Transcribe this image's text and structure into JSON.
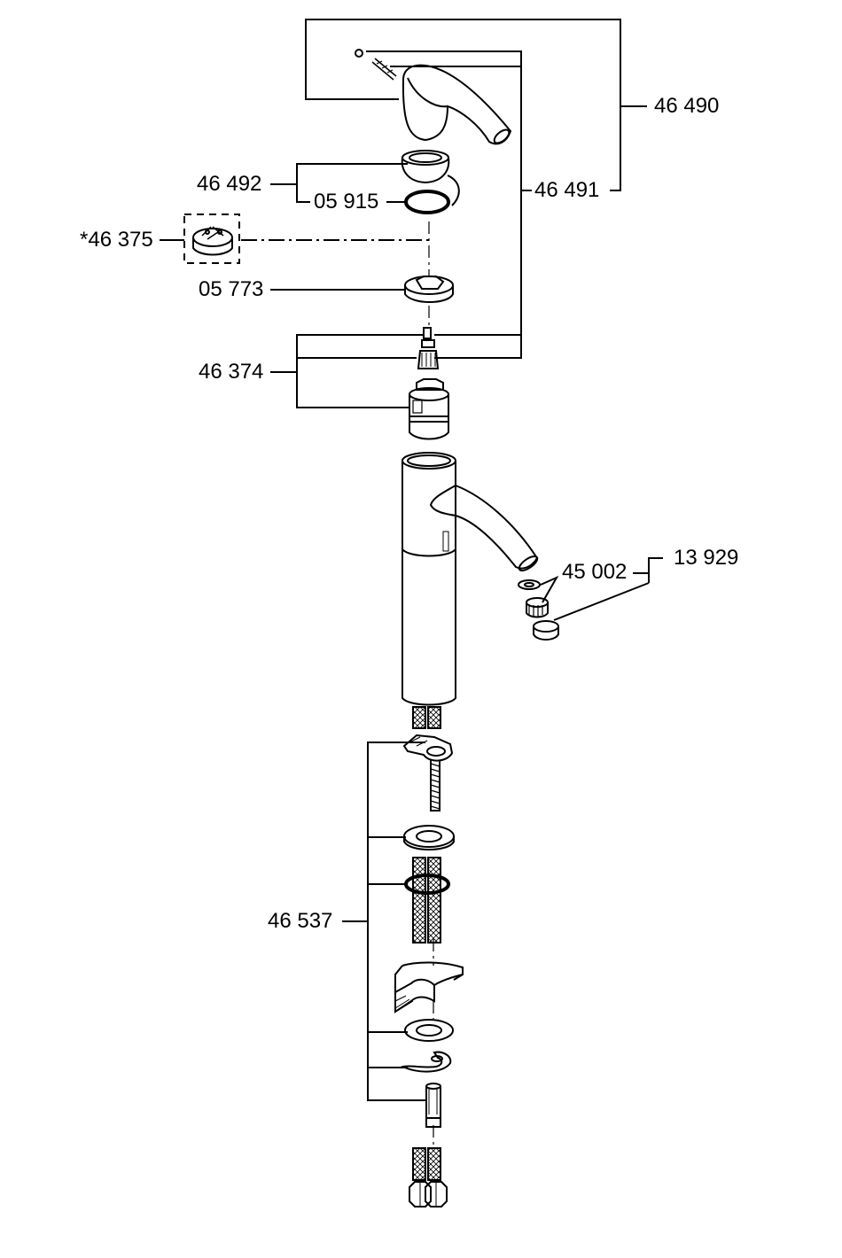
{
  "diagram": {
    "parts": {
      "p46490": "46 490",
      "p46491": "46 491",
      "p46492": "46 492",
      "p05915": "05 915",
      "p46375": "*46 375",
      "p05773": "05 773",
      "p46374": "46 374",
      "p45002": "45 002",
      "p13929": "13 929",
      "p46537": "46 537"
    },
    "colors": {
      "line": "#000000",
      "background": "#ffffff",
      "hatch": "#000000"
    }
  }
}
